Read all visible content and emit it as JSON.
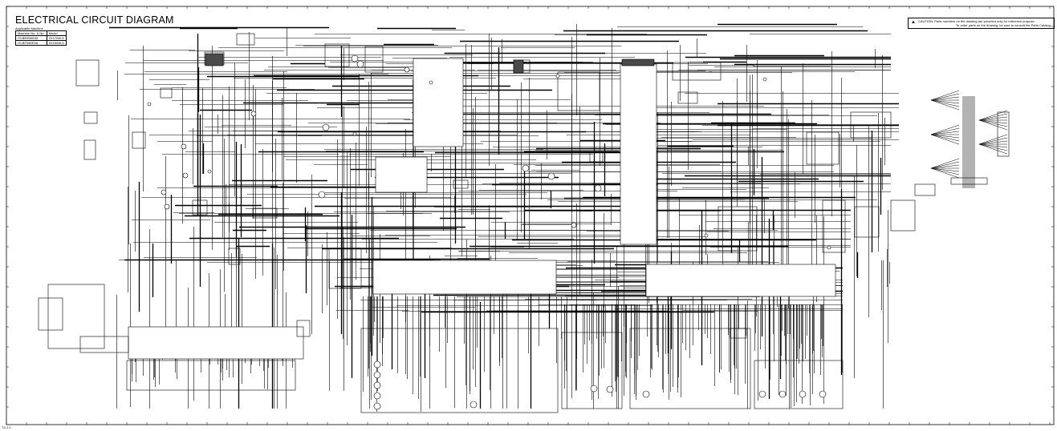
{
  "diagram": {
    "title": "ELECTRICAL CIRCUIT DIAGRAM",
    "applicable_label": "Applicable Machine",
    "table": {
      "headers": [
        "Machine No. & No.",
        "Model"
      ],
      "rows": [
        [
          "ITLBE05KE08",
          "ZX170W-5"
        ],
        [
          "ITLBF05KE08",
          "ZX190W-5"
        ]
      ]
    },
    "caution": {
      "line1": "CAUTION: Parts numbers on the drawing are provided only for reference purpose.",
      "line2": "To order parts on the drawing, be sure to consult the Parts Catalog."
    },
    "warn_icon": "warning-triangle-icon",
    "footer_ref": "T4-1-1",
    "colors": {
      "line": "#000000",
      "panel": "#4a4a4a",
      "background": "#ffffff"
    }
  }
}
